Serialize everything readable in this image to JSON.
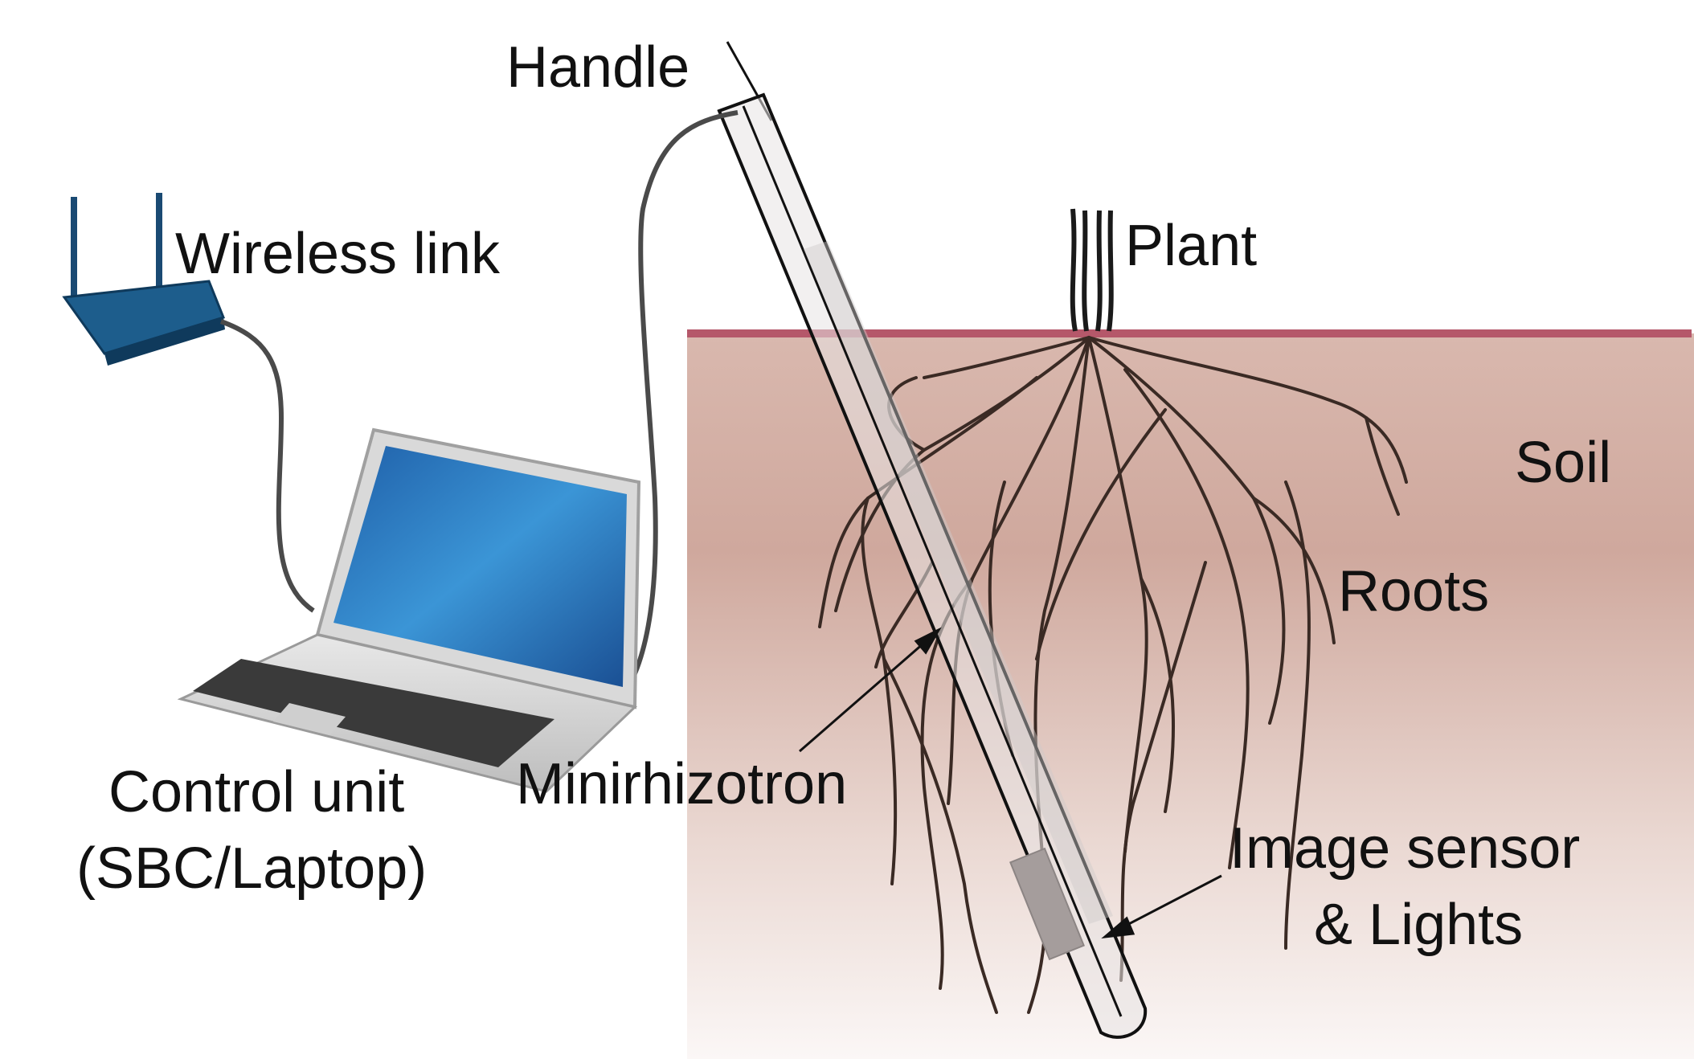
{
  "labels": {
    "handle": "Handle",
    "wireless_link": "Wireless link",
    "plant": "Plant",
    "soil": "Soil",
    "roots": "Roots",
    "minirhizotron": "Minirhizotron",
    "control_unit_line1": "Control unit",
    "control_unit_line2": "(SBC/Laptop)",
    "image_sensor_line1": "Image sensor",
    "image_sensor_line2": "& Lights"
  },
  "colors": {
    "soil_surface": "#b5586a",
    "soil_top": "#cfa89d",
    "soil_bottom": "#ffffff",
    "root": "#3a2a24",
    "router": "#1d5d8c",
    "screen": "#2f86c8"
  }
}
